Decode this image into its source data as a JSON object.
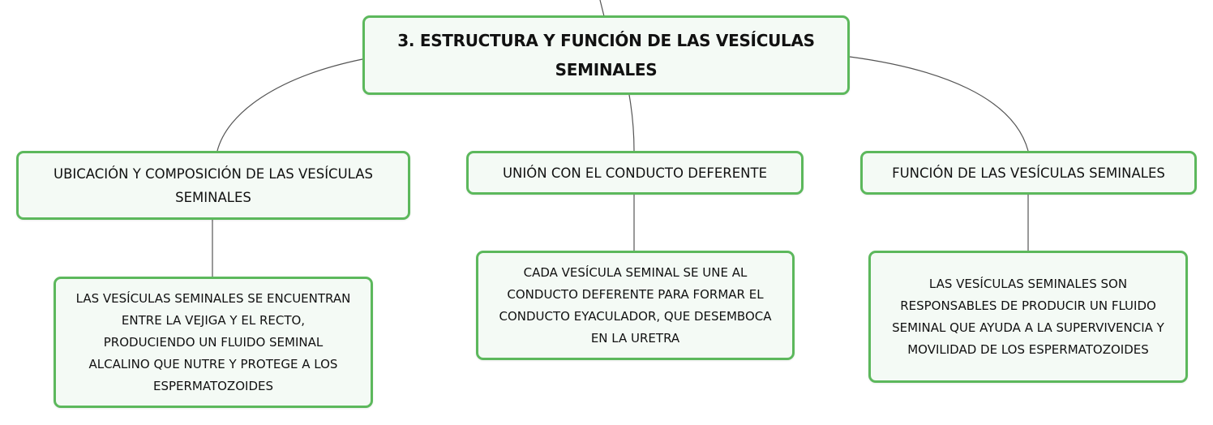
{
  "root": {
    "lines": [
      "3. ESTRUCTURA Y FUNCIÓN DE LAS VESÍCULAS",
      "SEMINALES"
    ]
  },
  "branches": [
    {
      "lines": [
        "UBICACIÓN Y COMPOSICIÓN DE LAS VESÍCULAS",
        "SEMINALES"
      ],
      "child": {
        "lines": [
          "LAS VESÍCULAS SEMINALES SE ENCUENTRAN",
          "ENTRE LA VEJIGA Y EL RECTO,",
          "PRODUCIENDO UN FLUIDO SEMINAL",
          "ALCALINO QUE NUTRE Y PROTEGE A LOS",
          "ESPERMATOZOIDES"
        ]
      }
    },
    {
      "lines": [
        "UNIÓN CON EL CONDUCTO DEFERENTE"
      ],
      "child": {
        "lines": [
          "CADA VESÍCULA SEMINAL SE UNE AL",
          "CONDUCTO DEFERENTE PARA FORMAR EL",
          "CONDUCTO EYACULADOR, QUE DESEMBOCA",
          "EN LA URETRA"
        ]
      }
    },
    {
      "lines": [
        "FUNCIÓN DE LAS VESÍCULAS SEMINALES"
      ],
      "child": {
        "lines": [
          "LAS VESÍCULAS SEMINALES SON",
          "RESPONSABLES DE PRODUCIR UN FLUIDO",
          "SEMINAL QUE AYUDA A LA SUPERVIVENCIA Y",
          "MOVILIDAD DE LOS ESPERMATOZOIDES"
        ]
      }
    }
  ],
  "colors": {
    "border": "#5cb85c",
    "fill": "#f4faf5",
    "line": "#555555"
  }
}
